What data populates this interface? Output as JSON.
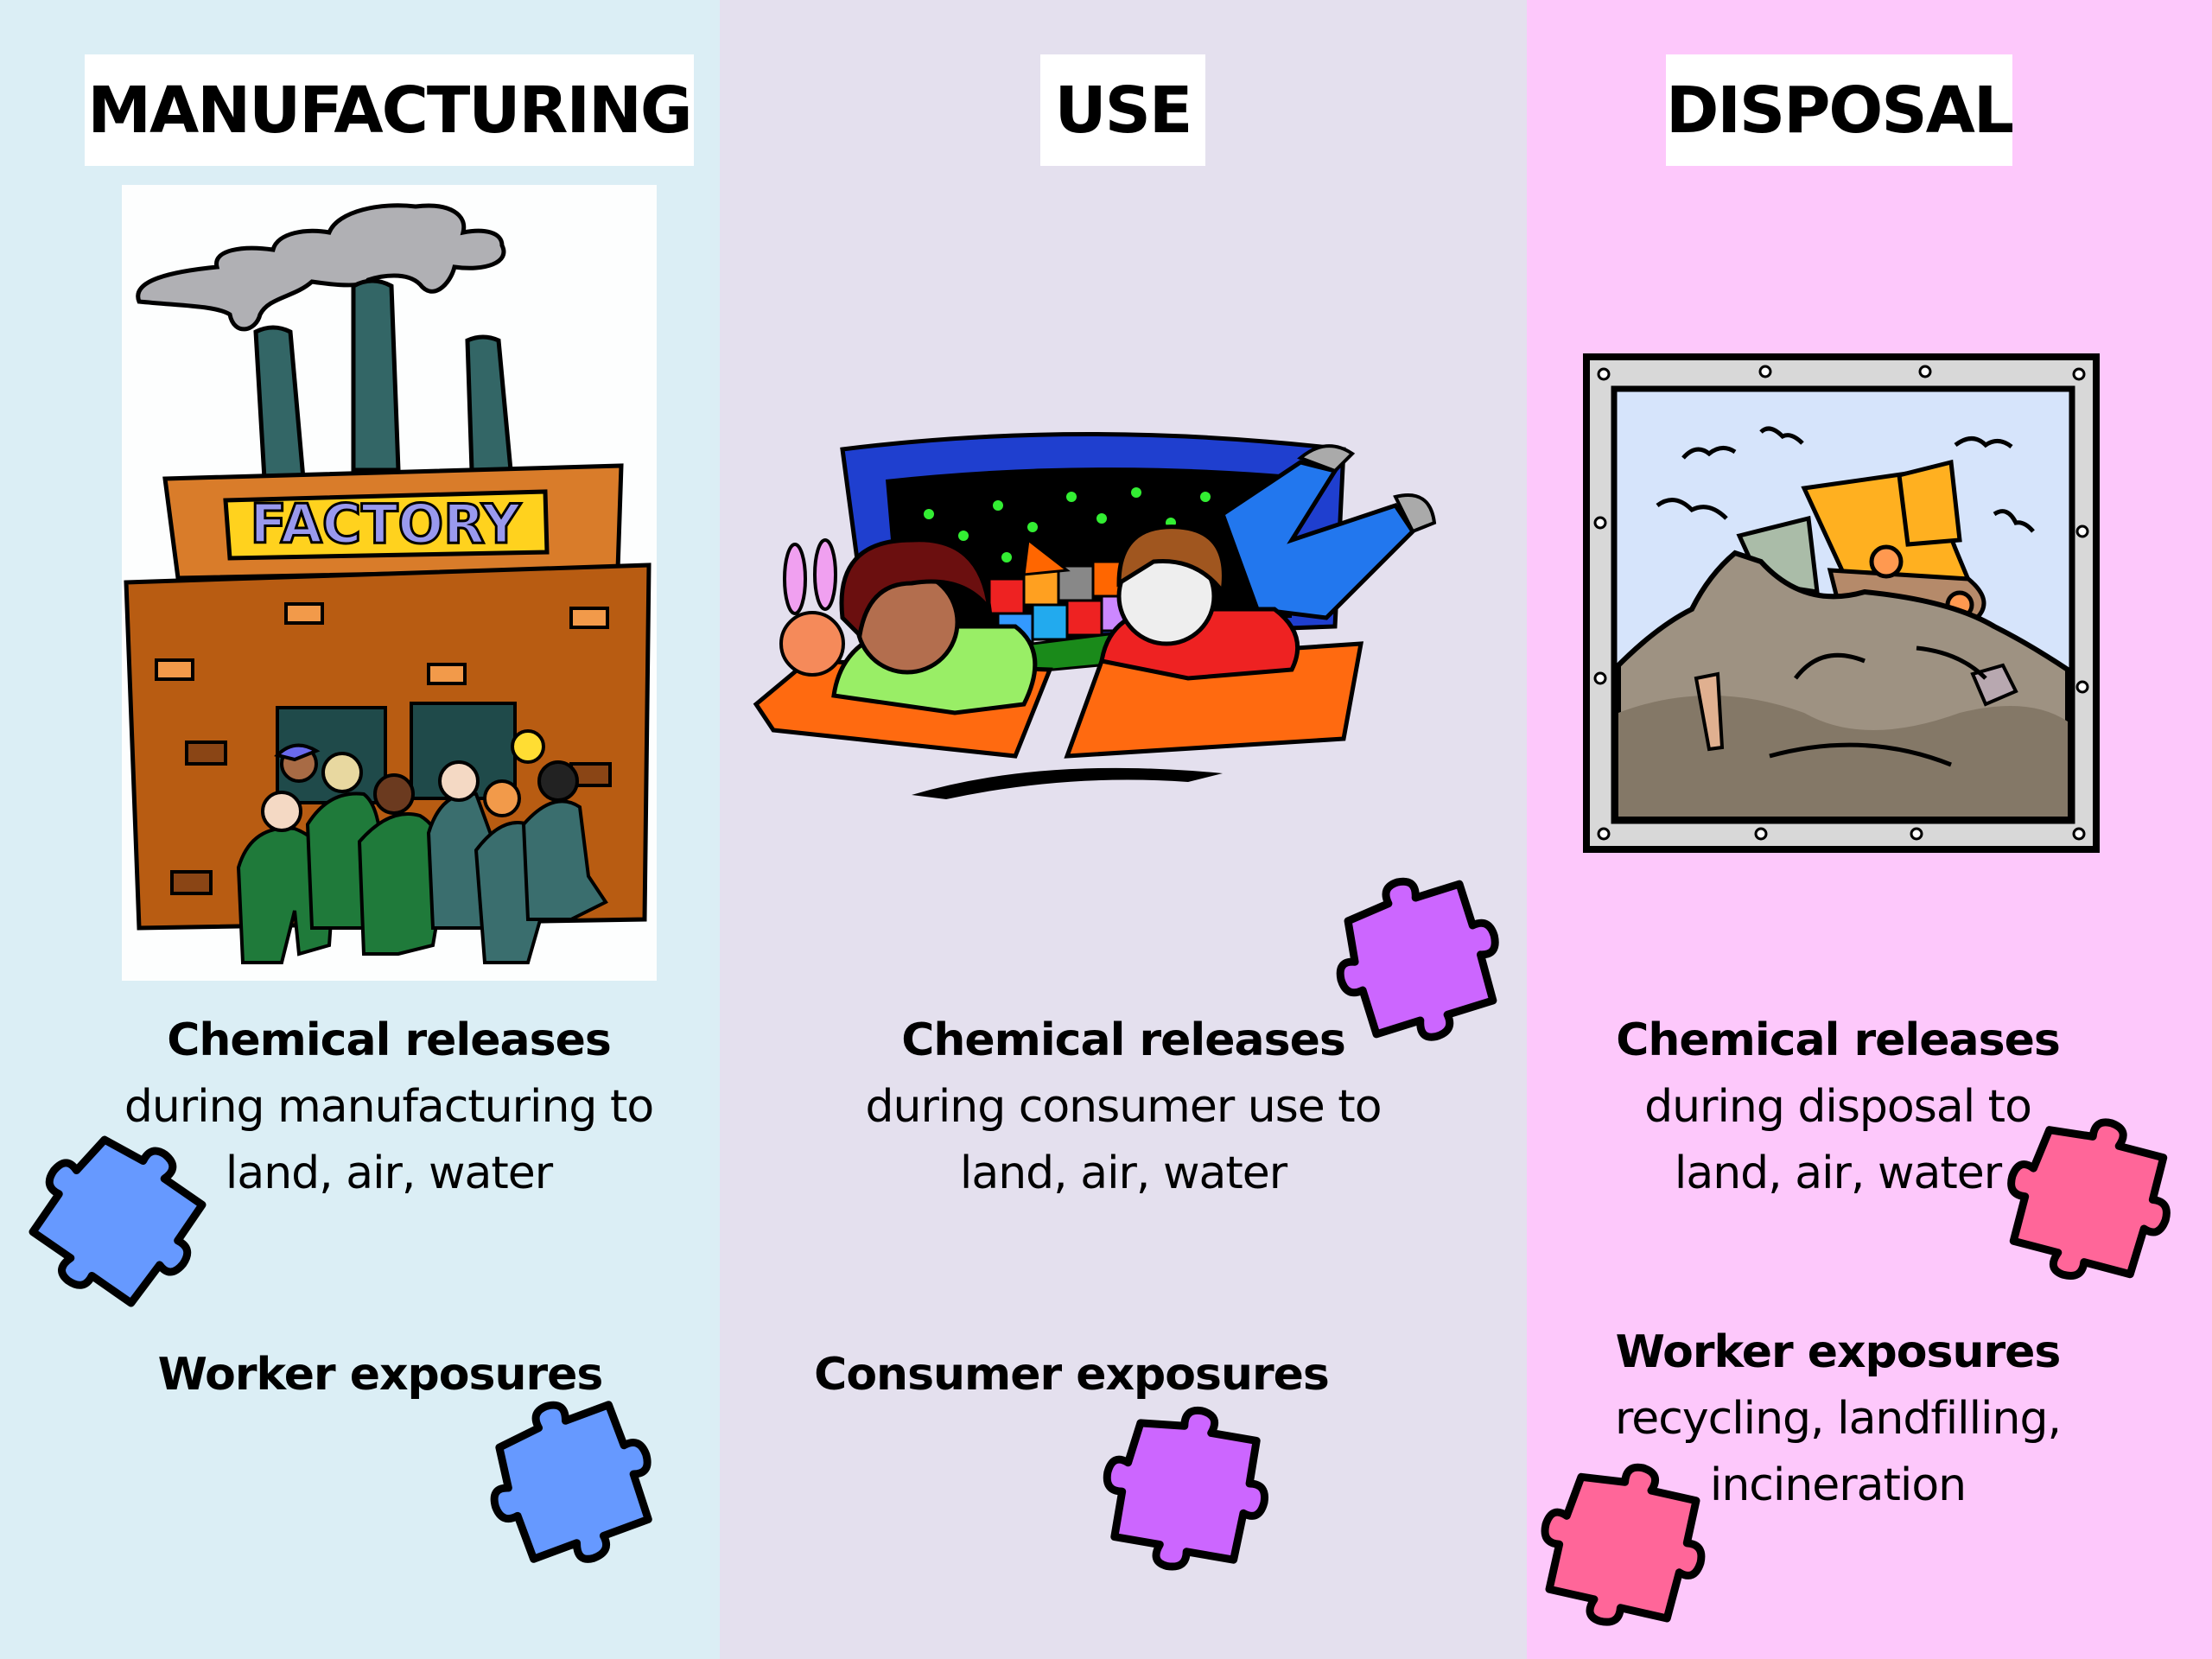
{
  "columns": [
    {
      "id": "manufacturing",
      "title": "MANUFACTURING",
      "background": "#dbeef5",
      "illustration": "factory-illustration",
      "sign_text": "FACTORY",
      "releases": {
        "heading": "Chemical releases",
        "lines": [
          "during manufacturing to",
          "land, air, water"
        ]
      },
      "exposures": {
        "heading": "Worker exposures",
        "lines": []
      },
      "puzzle_color": "#6699ff"
    },
    {
      "id": "use",
      "title": "USE",
      "background": "#e4e0ee",
      "illustration": "sleeping-children-illustration",
      "releases": {
        "heading": "Chemical releases",
        "lines": [
          "during consumer use to",
          "land, air, water"
        ]
      },
      "exposures": {
        "heading": "Consumer exposures",
        "lines": []
      },
      "puzzle_color": "#cc66ff"
    },
    {
      "id": "disposal",
      "title": "DISPOSAL",
      "background": "#fdc8fb",
      "illustration": "landfill-bulldozer-illustration",
      "releases": {
        "heading": "Chemical releases",
        "lines": [
          "during disposal to",
          "land, air, water"
        ]
      },
      "exposures": {
        "heading": "Worker exposures",
        "lines": [
          "recycling, landfilling,",
          "incineration"
        ]
      },
      "puzzle_color": "#ff6699"
    }
  ]
}
